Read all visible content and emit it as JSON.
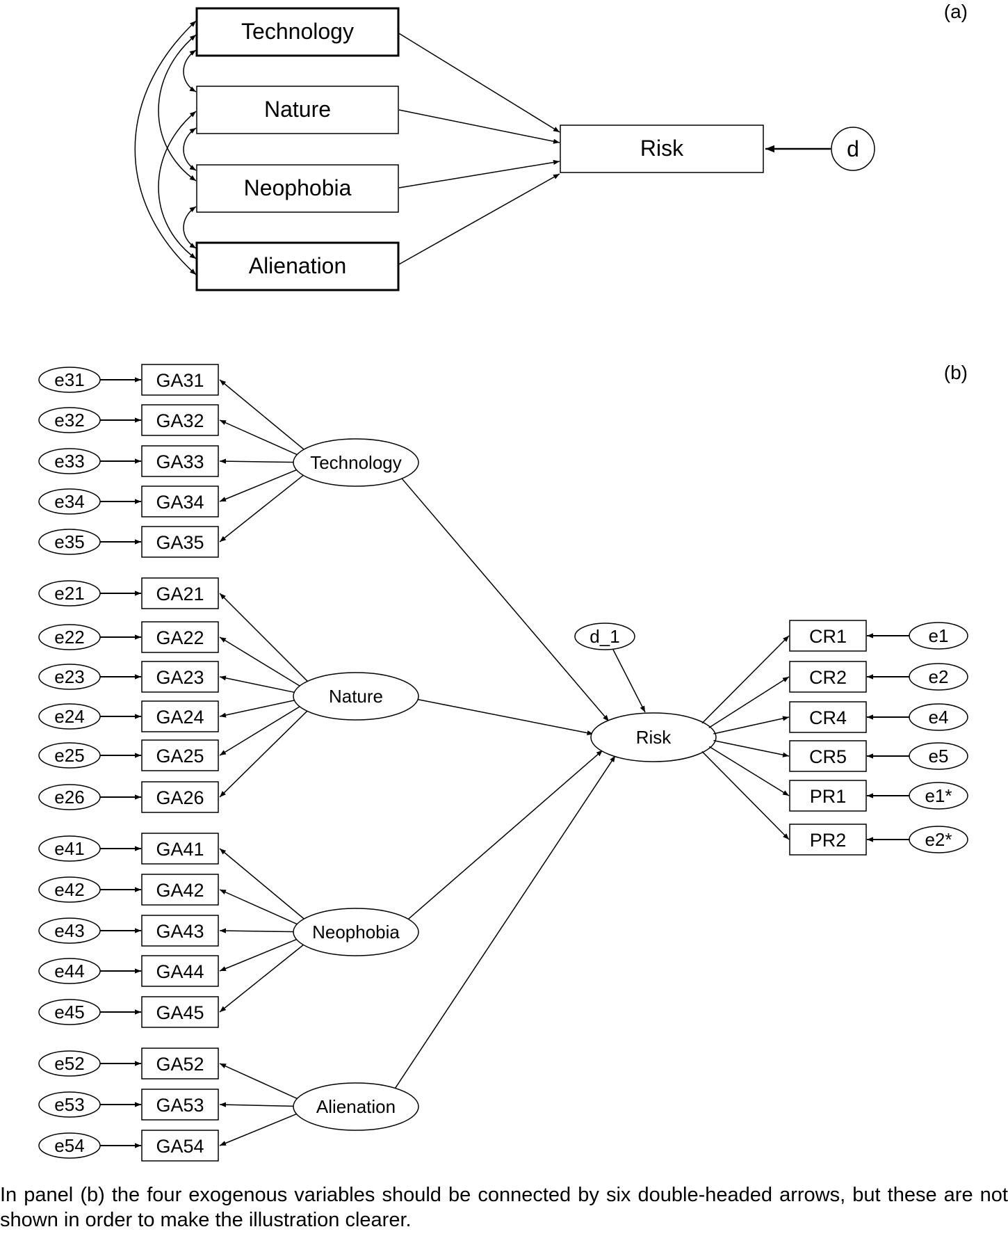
{
  "panel_a": {
    "label": "(a)",
    "predictors": [
      "Technology",
      "Nature",
      "Neophobia",
      "Alienation"
    ],
    "outcome": "Risk",
    "disturbance": "d"
  },
  "panel_b": {
    "label": "(b)",
    "factors": [
      {
        "name": "Technology",
        "indicators": [
          {
            "item": "GA31",
            "error": "e31"
          },
          {
            "item": "GA32",
            "error": "e32"
          },
          {
            "item": "GA33",
            "error": "e33"
          },
          {
            "item": "GA34",
            "error": "e34"
          },
          {
            "item": "GA35",
            "error": "e35"
          }
        ]
      },
      {
        "name": "Nature",
        "indicators": [
          {
            "item": "GA21",
            "error": "e21"
          },
          {
            "item": "GA22",
            "error": "e22"
          },
          {
            "item": "GA23",
            "error": "e23"
          },
          {
            "item": "GA24",
            "error": "e24"
          },
          {
            "item": "GA25",
            "error": "e25"
          },
          {
            "item": "GA26",
            "error": "e26"
          }
        ]
      },
      {
        "name": "Neophobia",
        "indicators": [
          {
            "item": "GA41",
            "error": "e41"
          },
          {
            "item": "GA42",
            "error": "e42"
          },
          {
            "item": "GA43",
            "error": "e43"
          },
          {
            "item": "GA44",
            "error": "e44"
          },
          {
            "item": "GA45",
            "error": "e45"
          }
        ]
      },
      {
        "name": "Alienation",
        "indicators": [
          {
            "item": "GA52",
            "error": "e52"
          },
          {
            "item": "GA53",
            "error": "e53"
          },
          {
            "item": "GA54",
            "error": "e54"
          }
        ]
      }
    ],
    "outcome": {
      "name": "Risk",
      "disturbance": "d_1",
      "indicators": [
        {
          "item": "CR1",
          "error": "e1"
        },
        {
          "item": "CR2",
          "error": "e2"
        },
        {
          "item": "CR4",
          "error": "e4"
        },
        {
          "item": "CR5",
          "error": "e5"
        },
        {
          "item": "PR1",
          "error": "e1*"
        },
        {
          "item": "PR2",
          "error": "e2*"
        }
      ]
    }
  },
  "caption": "In panel (b) the four exogenous variables should be connected by six double-headed arrows, but these are not shown in order to make the illustration clearer."
}
